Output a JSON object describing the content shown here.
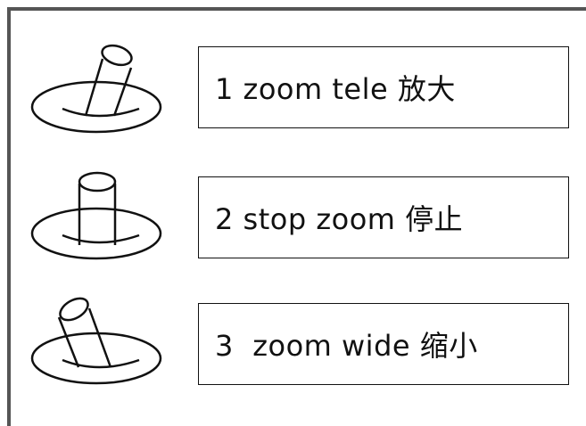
{
  "rows": [
    {
      "label": "1 zoom tele 放大",
      "icon": "joystick-tilt-right-icon"
    },
    {
      "label": "2 stop zoom 停止",
      "icon": "joystick-center-icon"
    },
    {
      "label": "3  zoom wide 缩小",
      "icon": "joystick-tilt-left-icon"
    }
  ],
  "colors": {
    "stroke": "#111111",
    "frame": "#555555",
    "background": "#ffffff"
  }
}
